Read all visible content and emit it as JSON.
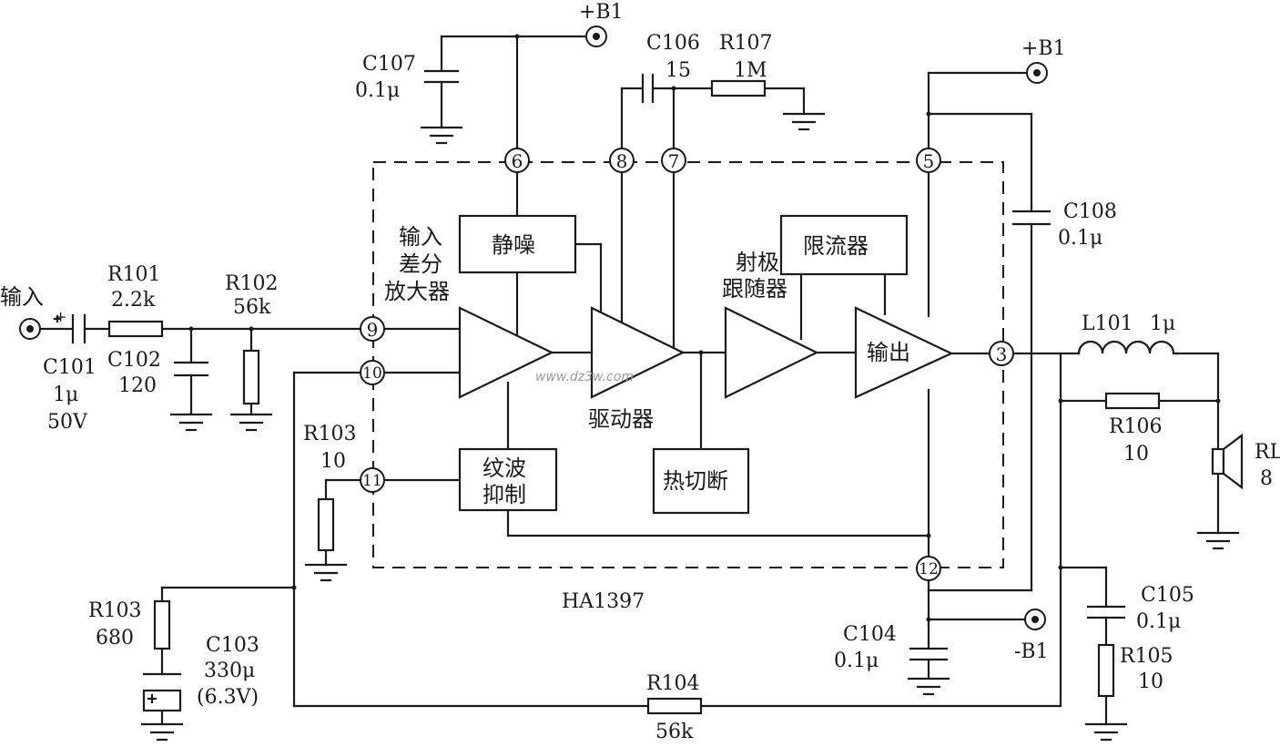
{
  "ic": {
    "name": "HA1397",
    "watermark": "www.dz3w.com"
  },
  "terminals": {
    "input": "输入",
    "pos_supply_1": "+B1",
    "pos_supply_2": "+B1",
    "neg_supply": "-B1"
  },
  "pins": [
    "6",
    "8",
    "7",
    "5",
    "9",
    "10",
    "11",
    "3",
    "12"
  ],
  "blocks": {
    "mute": "静噪",
    "limiter": "限流器",
    "ripple_1": "纹波",
    "ripple_2": "抑制",
    "thermal": "热切断",
    "output": "输出"
  },
  "stage_labels": {
    "diff_amp_1": "输入",
    "diff_amp_2": "差分",
    "diff_amp_3": "放大器",
    "driver": "驱动器",
    "emitter_follower_1": "射极",
    "emitter_follower_2": "跟随器"
  },
  "components": {
    "C101": {
      "name": "C101",
      "value": "1μ",
      "extra": "50V",
      "polarity": "+"
    },
    "R101": {
      "name": "R101",
      "value": "2.2k"
    },
    "C102": {
      "name": "C102",
      "value": "120"
    },
    "R102": {
      "name": "R102",
      "value": "56k"
    },
    "R103a": {
      "name": "R103",
      "value": "10"
    },
    "R103b": {
      "name": "R103",
      "value": "680"
    },
    "C103": {
      "name": "C103",
      "value": "330μ",
      "extra": "(6.3V)",
      "polarity": "+"
    },
    "R104": {
      "name": "R104",
      "value": "56k"
    },
    "C104": {
      "name": "C104",
      "value": "0.1μ"
    },
    "C105": {
      "name": "C105",
      "value": "0.1μ"
    },
    "R105": {
      "name": "R105",
      "value": "10"
    },
    "C106": {
      "name": "C106",
      "value": "15"
    },
    "R107": {
      "name": "R107",
      "value": "1M"
    },
    "C107": {
      "name": "C107",
      "value": "0.1μ"
    },
    "C108": {
      "name": "C108",
      "value": "0.1μ"
    },
    "L101": {
      "name": "L101",
      "value": "1μ"
    },
    "R106": {
      "name": "R106",
      "value": "10"
    },
    "RL": {
      "name": "RL",
      "value": "8"
    }
  }
}
